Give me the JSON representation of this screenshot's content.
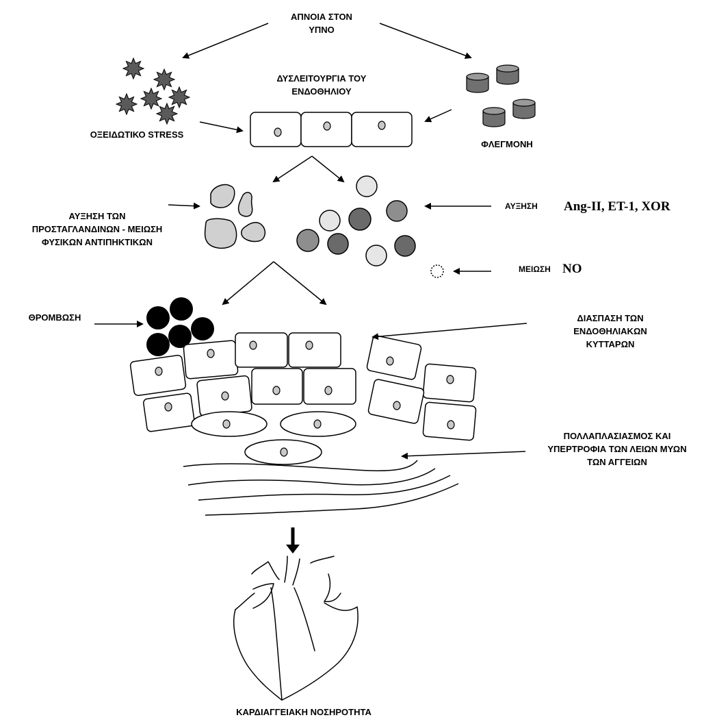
{
  "labels": {
    "apnea_line1": "ΑΠΝΟΙΑ ΣΤΟΝ",
    "apnea_line2": "ΥΠΝΟ",
    "dysfunction_line1": "ΔΥΣΛΕΙΤΟΥΡΓΙΑ ΤΟΥ",
    "dysfunction_line2": "ΕΝΔΟΘΗΛΙΟΥ",
    "oxidative": "ΟΞΕΙΔΩΤΙΚΟ STRESS",
    "inflammation": "ΦΛΕΓΜΟΝΗ",
    "prostaglandins_line1": "ΑΥΞΗΣΗ ΤΩΝ",
    "prostaglandins_line2": "ΠΡΟΣΤΑΓΛΑΝΔΙΝΩΝ - ΜΕΙΩΣΗ",
    "prostaglandins_line3": "ΦΥΣΙΚΩΝ ΑΝΤΙΠΗΚΤΙΚΩΝ",
    "increase_prefix": "ΑΥΞΗΣΗ",
    "increase_factors": "Ang-II, ET-1, XOR",
    "decrease_prefix": "ΜΕΙΩΣΗ",
    "decrease_factor": "NO",
    "thrombosis": "ΘΡΟΜΒΩΣΗ",
    "disruption_line1": "ΔΙΑΣΠΑΣΗ ΤΩΝ",
    "disruption_line2": "ΕΝΔΟΘΗΛΙΑΚΩΝ",
    "disruption_line3": "ΚΥΤΤΑΡΩΝ",
    "smooth_line1": "ΠΟΛΛΑΠΛΑΣΙΑΣΜΟΣ ΚΑΙ",
    "smooth_line2": "ΥΠΕΡΤΡΟΦΙΑ ΤΩΝ ΛΕΙΩΝ ΜΥΩΝ",
    "smooth_line3": "ΤΩΝ ΑΓΓΕΙΩΝ",
    "cardio": "ΚΑΡΔΙΑΓΓΕΙΑΚΗ ΝΟΣΗΡΟΤΗΤΑ"
  },
  "colors": {
    "ink": "#000000",
    "cell_fill": "#ffffff",
    "nucleus_fill": "#c8c8c8",
    "star_fill": "#5a5a5a",
    "drum_fill": "#707070",
    "drum_top": "#9a9a9a",
    "platelet_fill": "#d0d0d0",
    "circle_light": "#e6e6e6",
    "circle_mid": "#8e8e8e",
    "circle_dark": "#6a6a6a",
    "thrombus_fill": "#000000"
  }
}
